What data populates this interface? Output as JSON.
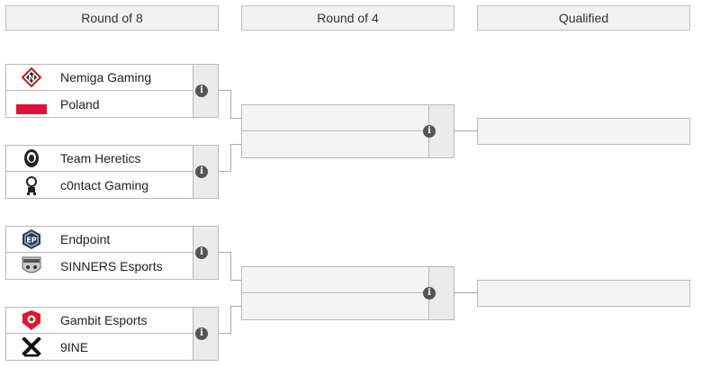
{
  "headers": {
    "round8": "Round of 8",
    "round4": "Round of 4",
    "qualified": "Qualified"
  },
  "round8": [
    {
      "top": {
        "name": "Nemiga Gaming",
        "icon": "nemiga-logo-icon"
      },
      "bottom": {
        "name": "Poland",
        "icon": "poland-flag-icon"
      }
    },
    {
      "top": {
        "name": "Team Heretics",
        "icon": "heretics-logo-icon"
      },
      "bottom": {
        "name": "c0ntact Gaming",
        "icon": "contact-logo-icon"
      }
    },
    {
      "top": {
        "name": "Endpoint",
        "icon": "endpoint-logo-icon"
      },
      "bottom": {
        "name": "SINNERS Esports",
        "icon": "sinners-logo-icon"
      }
    },
    {
      "top": {
        "name": "Gambit Esports",
        "icon": "gambit-logo-icon"
      },
      "bottom": {
        "name": "9INE",
        "icon": "9ine-logo-icon"
      }
    }
  ],
  "round4": [
    {
      "top": "",
      "bottom": ""
    },
    {
      "top": "",
      "bottom": ""
    }
  ],
  "qualified": [
    "",
    ""
  ],
  "colors": {
    "header_bg": "#f2f2f2",
    "border": "#b8b8b8",
    "connector": "#a8a8a8",
    "info_icon": "#555555",
    "nemiga_red": "#b71c1c",
    "poland_red": "#dc143c",
    "gambit_red": "#e5142b"
  }
}
